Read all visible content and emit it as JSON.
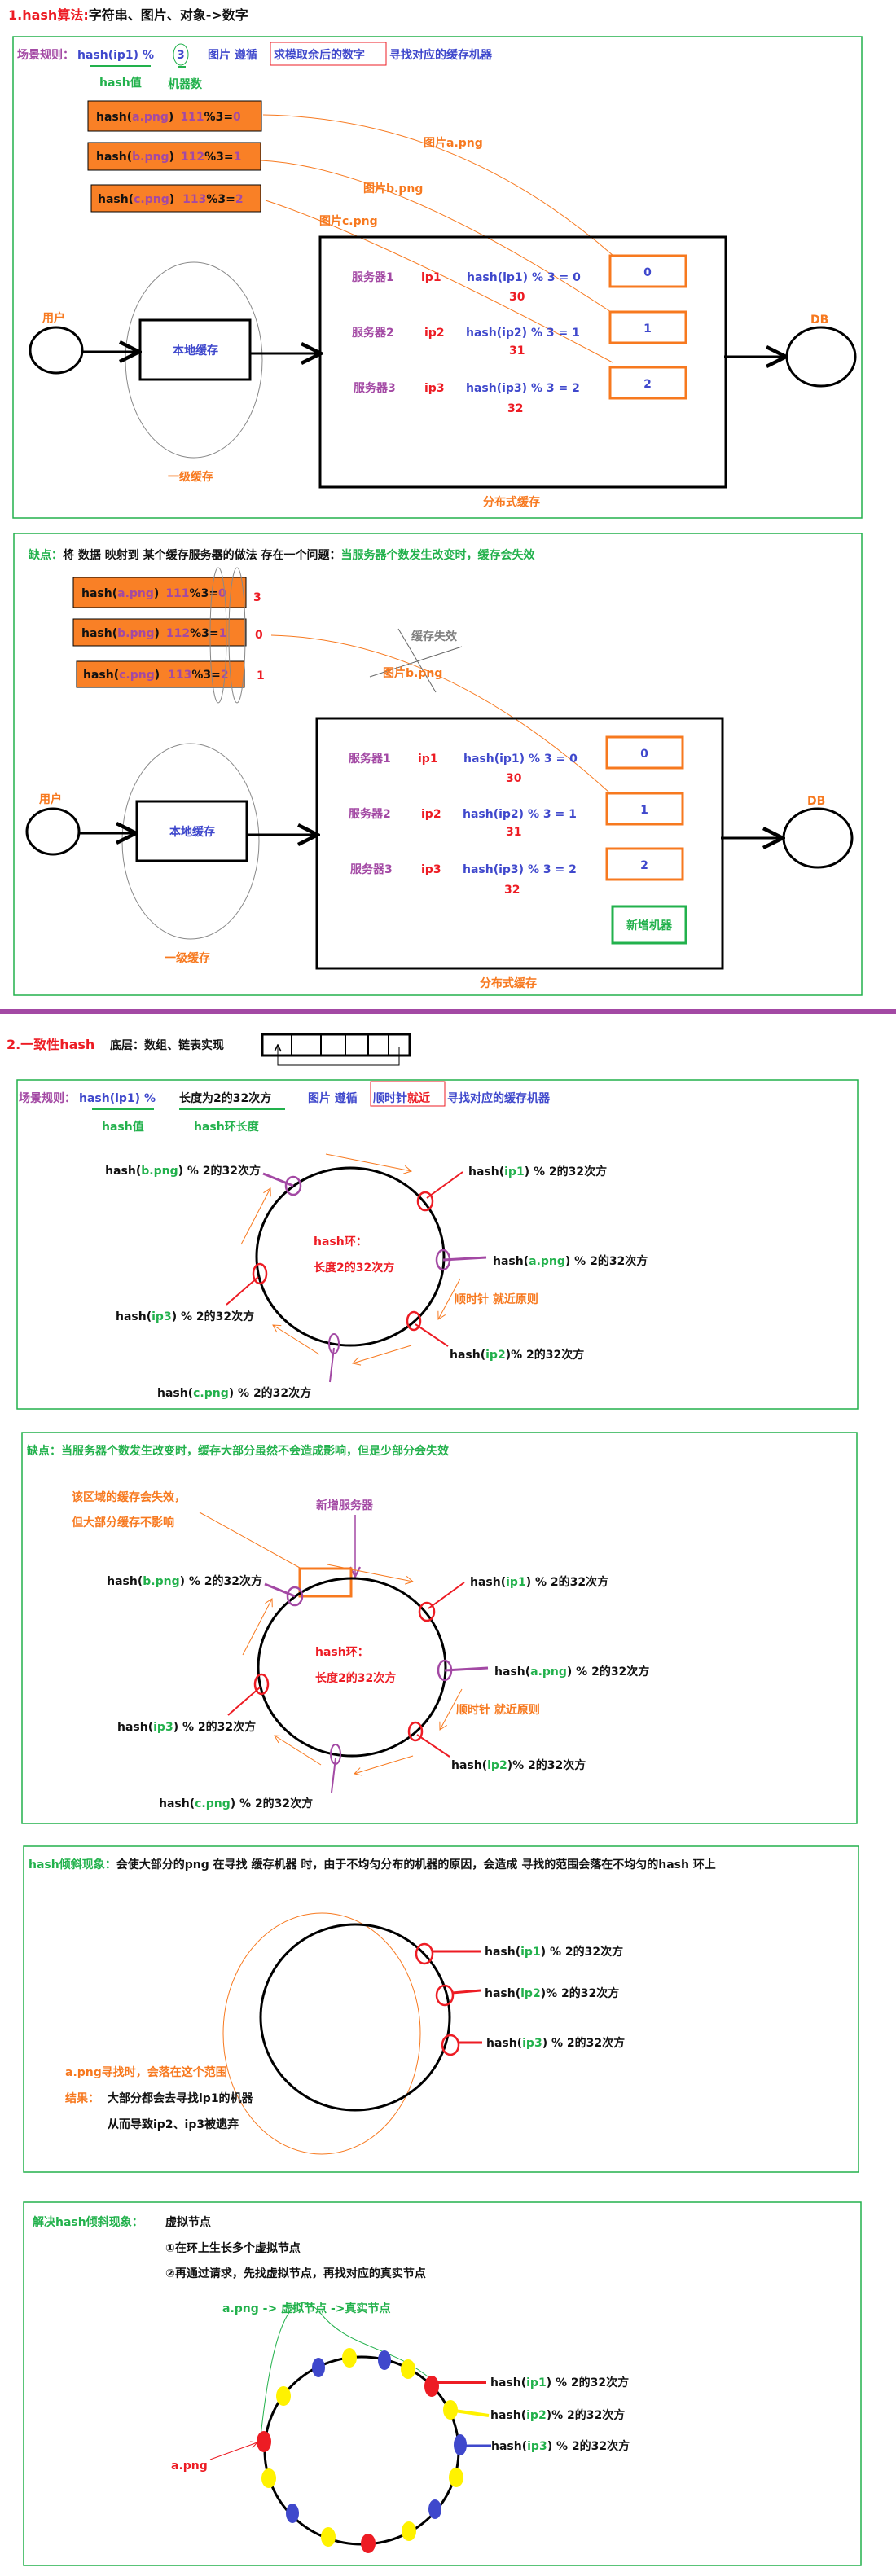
{
  "colors": {
    "orange": "#f7791f",
    "green": "#22b14c",
    "purple": "#a349a4",
    "blue": "#3f48cc",
    "red": "#ed1c24",
    "yellow": "#fff200"
  },
  "section1": {
    "title_prefix": "1.hash算法:",
    "title_rest": "字符串、图片、对象->数字",
    "rule": {
      "label": "场景规则：",
      "formula": "hash(ip1) %",
      "modulus": "3",
      "follow": "图片 遵循",
      "highlight": "求模取余后的数字",
      "rest": "寻找对应的缓存机器",
      "note_hash": "hash值",
      "note_count": "机器数"
    },
    "hash_boxes": [
      {
        "pre": "hash(",
        "file": "a.png",
        "post": ")",
        "num": "111",
        "op": "%3=",
        "res": "0"
      },
      {
        "pre": "hash(",
        "file": "b.png",
        "post": ")",
        "num": "112",
        "op": "%3=",
        "res": "1"
      },
      {
        "pre": "hash(",
        "file": "c.png",
        "post": ")",
        "num": "113",
        "op": "%3=",
        "res": "2"
      }
    ],
    "curve_labels": [
      "图片a.png",
      "图片b.png",
      "图片c.png"
    ]
  },
  "cache1": {
    "user": "用户",
    "local_cache": "本地缓存",
    "l1_label": "一级缓存",
    "dist_label": "分布式缓存",
    "db": "DB",
    "servers": [
      {
        "name": "服务器1",
        "ip": "ip1",
        "formula": "hash(ip1) % 3 = 0",
        "value": "30",
        "slot": "0"
      },
      {
        "name": "服务器2",
        "ip": "ip2",
        "formula": "hash(ip2) % 3 = 1",
        "value": "31",
        "slot": "1"
      },
      {
        "name": "服务器3",
        "ip": "ip3",
        "formula": "hash(ip3) % 3 = 2",
        "value": "32",
        "slot": "2"
      }
    ]
  },
  "cache2": {
    "user": "用户",
    "local_cache": "本地缓存",
    "l1_label": "一级缓存",
    "dist_label": "分布式缓存",
    "db": "DB",
    "servers": [
      {
        "name": "服务器1",
        "ip": "ip1",
        "formula": "hash(ip1) % 3 = 0",
        "value": "30",
        "slot": "0"
      },
      {
        "name": "服务器2",
        "ip": "ip2",
        "formula": "hash(ip2) % 3 = 1",
        "value": "31",
        "slot": "1"
      },
      {
        "name": "服务器3",
        "ip": "ip3",
        "formula": "hash(ip3) % 3 = 2",
        "value": "32",
        "slot": "2"
      }
    ]
  },
  "section2": {
    "header_label": "缺点：",
    "header_text": "将 数据 映射到 某个缓存服务器的做法 存在一个问题：",
    "header_highlight": "当服务器个数发生改变时，缓存会失效",
    "hash_boxes": [
      {
        "pre": "hash(",
        "file": "a.png",
        "post": ")",
        "num": "111",
        "op": "%3=",
        "res": "0"
      },
      {
        "pre": "hash(",
        "file": "b.png",
        "post": ")",
        "num": "112",
        "op": "%3=",
        "res": "1"
      },
      {
        "pre": "hash(",
        "file": "c.png",
        "post": ")",
        "num": "113",
        "op": "%3=",
        "res": "2"
      }
    ],
    "new_results": [
      "3",
      "0",
      "1"
    ],
    "invalid_label": "缓存失效",
    "curve_label": "图片b.png",
    "new_machine": "新增机器"
  },
  "section3": {
    "title": "2.一致性hash",
    "subtitle": "底层：数组、链表实现",
    "rule": {
      "label": "场景规则：",
      "formula": "hash(ip1) %",
      "modulus": "长度为2的32次方",
      "follow": "图片 遵循",
      "highlight_a": "顺时针",
      "highlight_b": "就近",
      "rest": "寻找对应的缓存机器",
      "note_hash": "hash值",
      "note_ring": "hash环长度"
    }
  },
  "ring1": {
    "labels": {
      "b": {
        "pre": "hash(",
        "key": "b.png",
        "post": ") % 2的32次方"
      },
      "ip1": {
        "pre": "hash(",
        "key": "ip1",
        "post": ") % 2的32次方"
      },
      "a": {
        "pre": "hash(",
        "key": "a.png",
        "post": ") % 2的32次方"
      },
      "ip3": {
        "pre": "hash(",
        "key": "ip3",
        "post": ") % 2的32次方"
      },
      "ip2": {
        "pre": "hash(",
        "key": "ip2",
        "post": ")% 2的32次方"
      },
      "c": {
        "pre": "hash(",
        "key": "c.png",
        "post": ") % 2的32次方"
      }
    },
    "center_title": "hash环：",
    "center_sub": "长度2的32次方",
    "clockwise": "顺时针 就近原则"
  },
  "ring2": {
    "labels": {
      "b": {
        "pre": "hash(",
        "key": "b.png",
        "post": ") % 2的32次方"
      },
      "ip1": {
        "pre": "hash(",
        "key": "ip1",
        "post": ") % 2的32次方"
      },
      "a": {
        "pre": "hash(",
        "key": "a.png",
        "post": ") % 2的32次方"
      },
      "ip3": {
        "pre": "hash(",
        "key": "ip3",
        "post": ") % 2的32次方"
      },
      "ip2": {
        "pre": "hash(",
        "key": "ip2",
        "post": ")% 2的32次方"
      },
      "c": {
        "pre": "hash(",
        "key": "c.png",
        "post": ") % 2的32次方"
      }
    },
    "center_title": "hash环：",
    "center_sub": "长度2的32次方",
    "clockwise": "顺时针 就近原则"
  },
  "section4": {
    "header": "缺点：当服务器个数发生改变时，缓存大部分虽然不会造成影响，但是少部分会失效",
    "note1": "该区域的缓存会失效，",
    "note2": "但大部分缓存不影响",
    "new_server": "新增服务器"
  },
  "section5": {
    "header_label": "hash倾斜现象：",
    "header_text": "会使大部分的png 在寻找 缓存机器 时，由于不均匀分布的机器的原因，会造成 寻找的范围会落在不均匀的hash 环上",
    "labels": [
      {
        "pre": "hash(",
        "key": "ip1",
        "post": ") % 2的32次方"
      },
      {
        "pre": "hash(",
        "key": "ip2",
        "post": ")% 2的32次方"
      },
      {
        "pre": "hash(",
        "key": "ip3",
        "post": ") % 2的32次方"
      }
    ],
    "range_note": "a.png寻找时，会落在这个范围",
    "result_label": "结果：",
    "result_text": "大部分都会去寻找ip1的机器",
    "result_text2": "从而导致ip2、ip3被遗弃"
  },
  "section6": {
    "header_label": "解决hash倾斜现象：",
    "header_text": "虚拟节点",
    "step1": "①在环上生长多个虚拟节点",
    "step2": "②再通过请求，先找虚拟节点，再找对应的真实节点",
    "path_label": "a.png -> 虚拟节点 ->真实节点",
    "labels": [
      {
        "pre": "hash(",
        "key": "ip1",
        "post": ") % 2的32次方"
      },
      {
        "pre": "hash(",
        "key": "ip2",
        "post": ")% 2的32次方"
      },
      {
        "pre": "hash(",
        "key": "ip3",
        "post": ") % 2的32次方"
      }
    ],
    "request_label": "a.png"
  }
}
